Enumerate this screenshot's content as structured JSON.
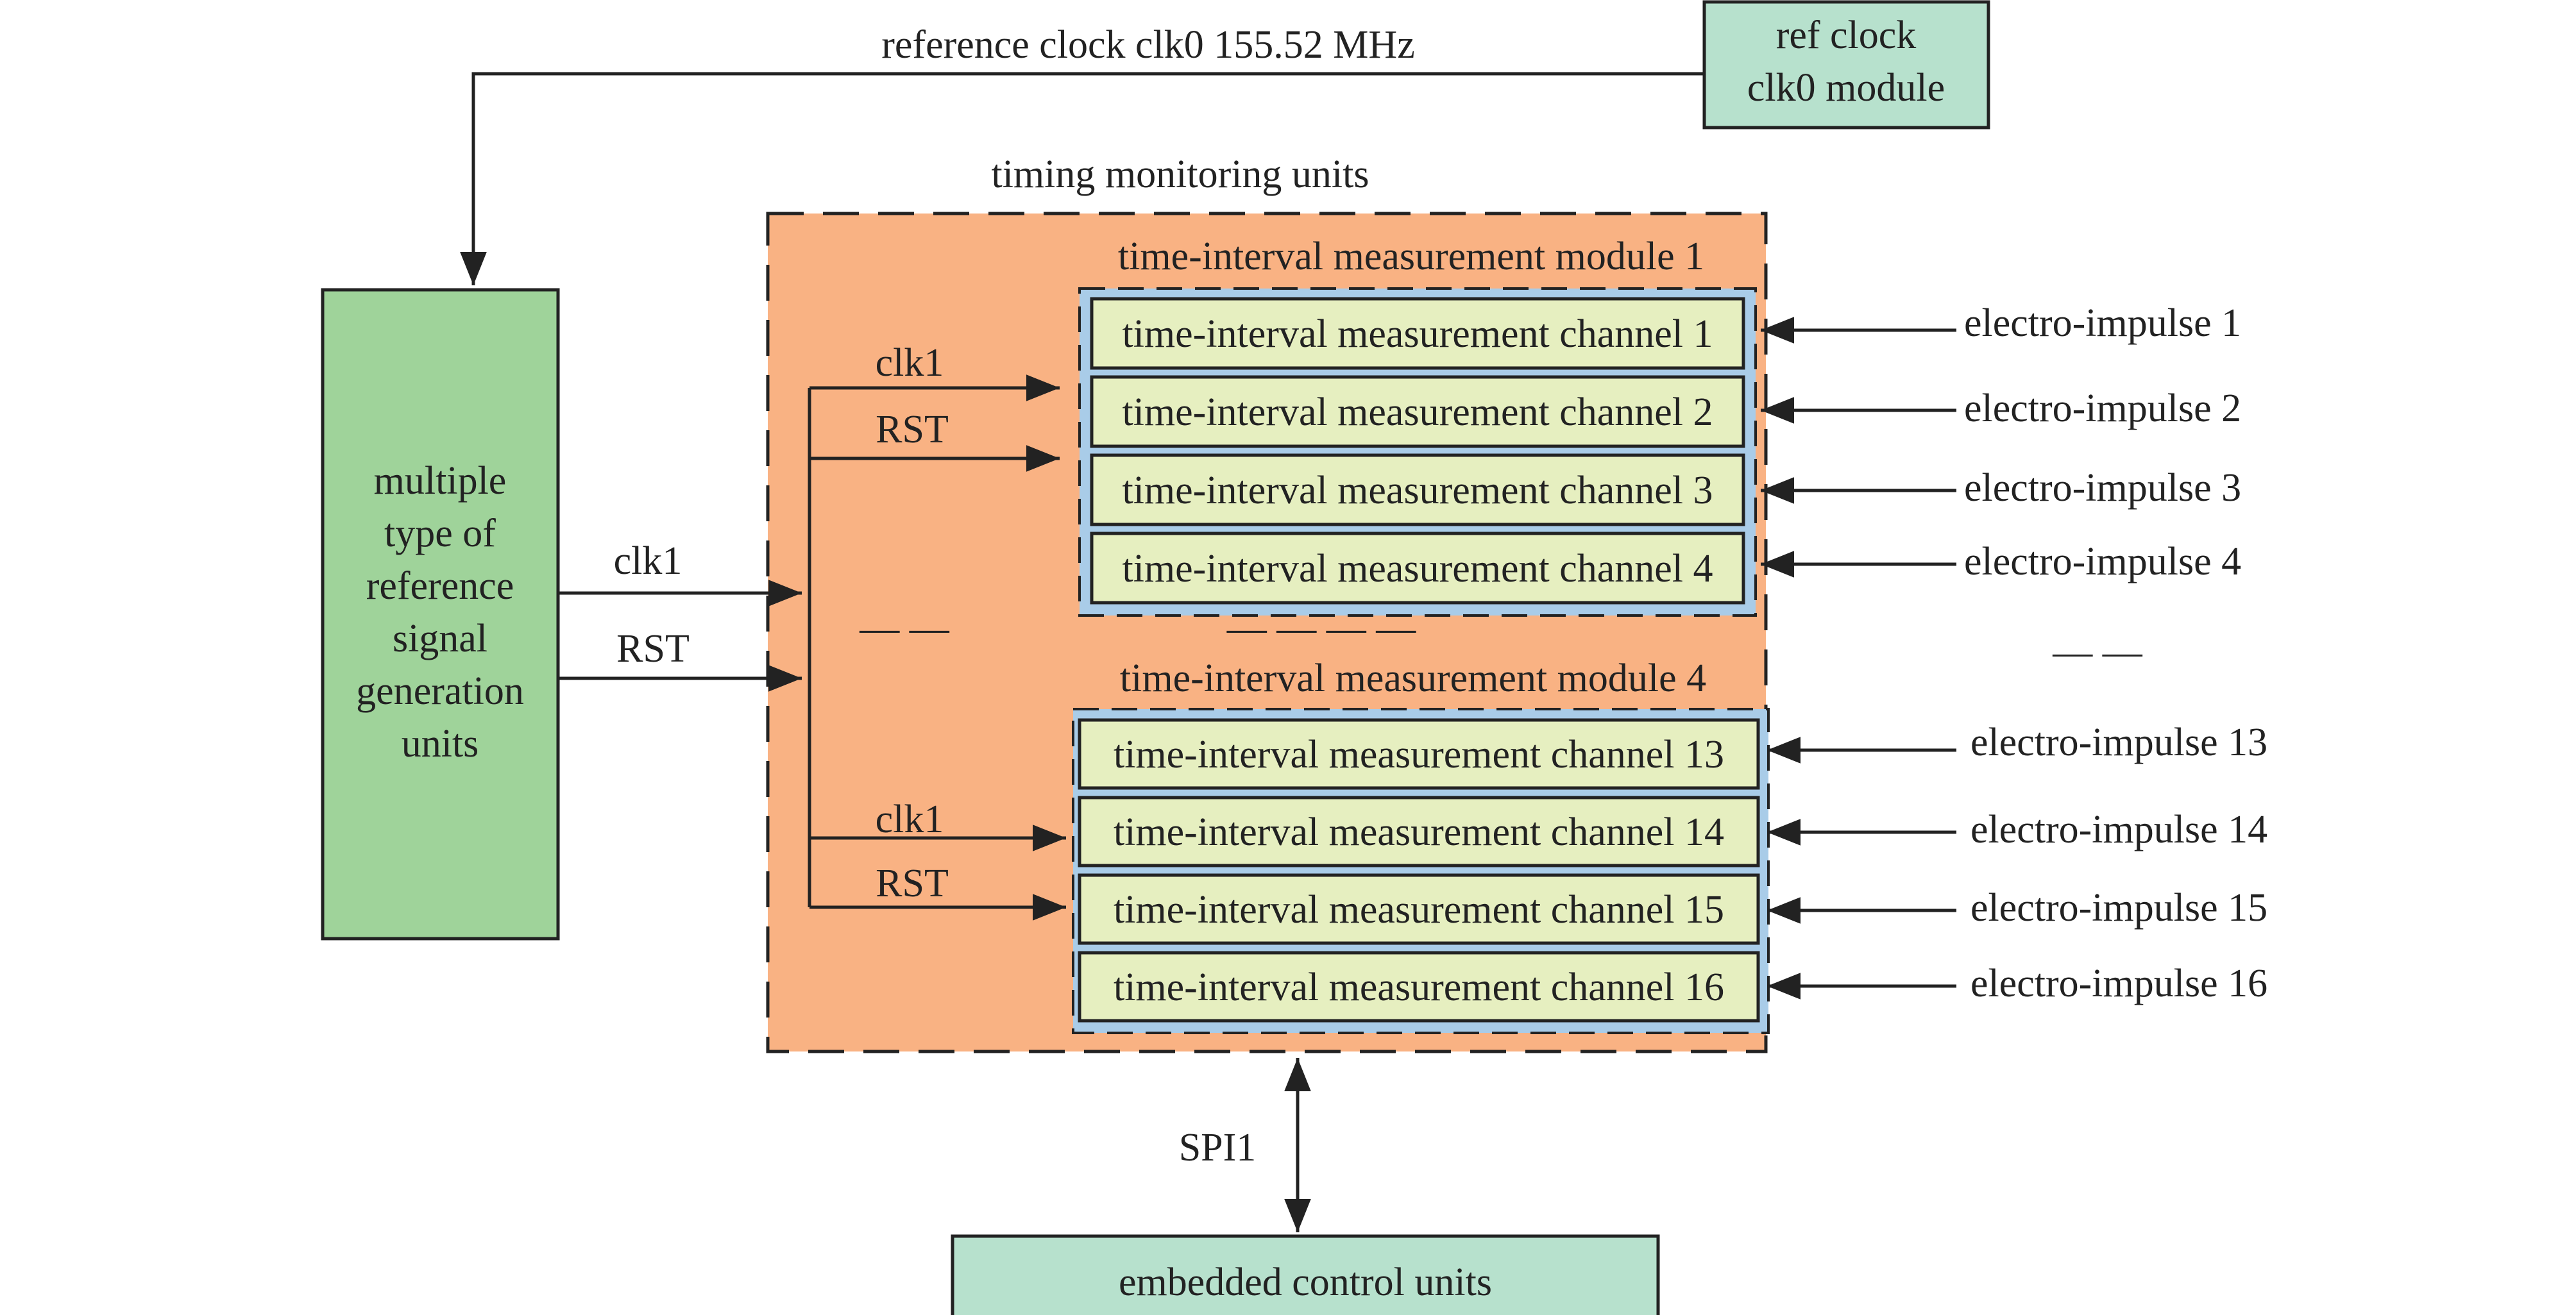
{
  "colors": {
    "green_box": "#9fd39a",
    "teal_box": "#b7e1cd",
    "orange_region": "#f9b283",
    "blue_module": "#a9cce8",
    "yellow_channel": "#e6efc0",
    "line": "#222222"
  },
  "ref_clock": {
    "line1": "ref clock",
    "line2": "clk0 module",
    "signal_label": "reference clock clk0 155.52 MHz"
  },
  "generator": {
    "lines": [
      "multiple",
      "type of",
      "reference",
      "signal",
      "generation",
      "units"
    ],
    "clk_label": "clk1",
    "rst_label": "RST"
  },
  "timing": {
    "title": "timing monitoring units",
    "ellipsis_left": "— —",
    "ellipsis_mid": "— — — —",
    "ellipsis_right": "— —"
  },
  "modules": [
    {
      "title": "time-interval measurement module 1",
      "clk_label": "clk1",
      "rst_label": "RST",
      "channels": [
        {
          "label": "time-interval measurement channel 1",
          "input": "electro-impulse 1"
        },
        {
          "label": "time-interval measurement channel 2",
          "input": "electro-impulse 2"
        },
        {
          "label": "time-interval measurement channel 3",
          "input": "electro-impulse 3"
        },
        {
          "label": "time-interval measurement channel 4",
          "input": "electro-impulse 4"
        }
      ]
    },
    {
      "title": "time-interval measurement module 4",
      "clk_label": "clk1",
      "rst_label": "RST",
      "channels": [
        {
          "label": "time-interval measurement channel 13",
          "input": "electro-impulse 13"
        },
        {
          "label": "time-interval measurement channel 14",
          "input": "electro-impulse 14"
        },
        {
          "label": "time-interval measurement channel 15",
          "input": "electro-impulse 15"
        },
        {
          "label": "time-interval measurement channel 16",
          "input": "electro-impulse 16"
        }
      ]
    }
  ],
  "spi": {
    "label": "SPI1"
  },
  "controller": {
    "label": "embedded control units"
  }
}
